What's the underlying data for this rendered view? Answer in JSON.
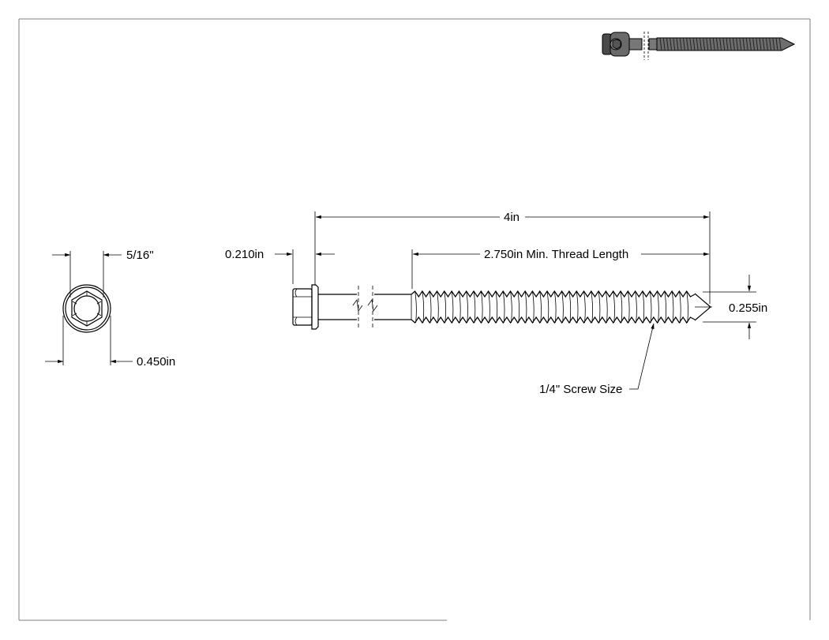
{
  "drawing": {
    "dimensions": {
      "hex_size": "5/16\"",
      "flange_diameter": "0.450in",
      "head_height": "0.210in",
      "overall_length": "4in",
      "thread_length": "2.750in Min. Thread Length",
      "thread_major_diameter": "0.255in",
      "screw_size_callout": "1/4\" Screw Size"
    },
    "colors": {
      "line": "#000000",
      "frame": "#7f7f7f",
      "background": "#ffffff"
    }
  }
}
